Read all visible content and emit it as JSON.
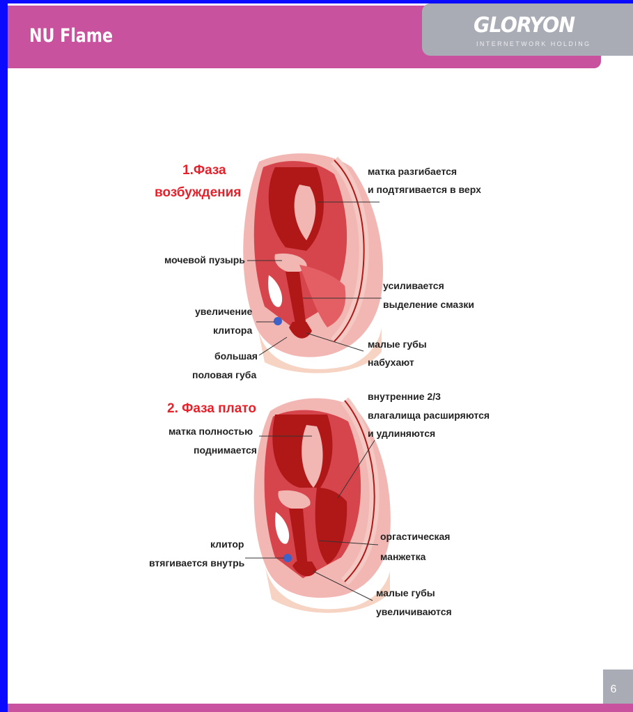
{
  "header": {
    "title": "NU Flame",
    "logo": {
      "name": "GLORYON",
      "subtitle": "INTERNETWORK HOLDING"
    }
  },
  "footer": {
    "page_number": "6"
  },
  "diagram": {
    "phase1": {
      "title_lines": [
        "1.Фаза",
        "возбуждения"
      ],
      "labels": {
        "uterus": [
          "матка разгибается",
          "и подтягивается в верх"
        ],
        "bladder": [
          "мочевой пузырь"
        ],
        "lubrication": [
          "усиливается",
          "выделение смазки"
        ],
        "clitoris": [
          "увеличение",
          "клитора"
        ],
        "labia_minora": [
          "малые губы",
          "набухают"
        ],
        "labia_majora": [
          "большая",
          "половая губа"
        ]
      }
    },
    "phase2": {
      "title_lines": [
        "2. Фаза плато"
      ],
      "labels": {
        "uterus": [
          "матка  полностью",
          "поднимается"
        ],
        "vagina": [
          "внутренние 2/3",
          "влагалища расширяются",
          "и удлиняются"
        ],
        "orgasmic_cuff": [
          "оргастическая",
          "манжетка"
        ],
        "clitoris": [
          "клитор",
          "втягивается внутрь"
        ],
        "labia_minora": [
          "малые губы",
          "увеличиваются"
        ]
      }
    },
    "colors": {
      "tissue_dark": "#b01818",
      "tissue_mid": "#d6454b",
      "tissue_light": "#f2b7b3",
      "skin": "#f6d3c2",
      "clitoris": "#3d62c9"
    }
  }
}
